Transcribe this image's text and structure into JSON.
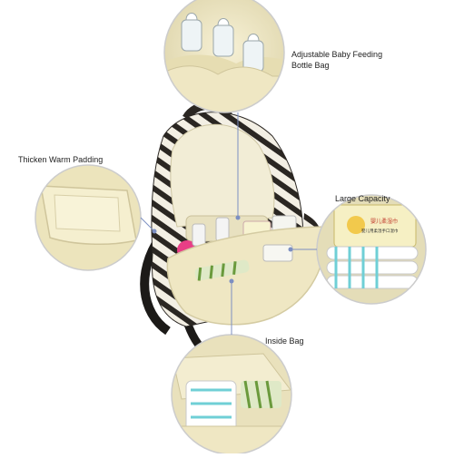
{
  "callouts": {
    "bottle_bag": {
      "line1": "Adjustable Baby Feeding",
      "line2": "Bottle Bag"
    },
    "padding": "Thicken Warm Padding",
    "capacity": "Large Capacity",
    "inside": "Inside Bag"
  },
  "colors": {
    "cream": "#efe7c3",
    "stripe": "#2a2622",
    "leader": "#7c8fc2"
  },
  "product_text": {
    "wipes_line1": "婴儿柔湿巾",
    "wipes_line2": "婴儿用柔湿手口湿巾"
  }
}
